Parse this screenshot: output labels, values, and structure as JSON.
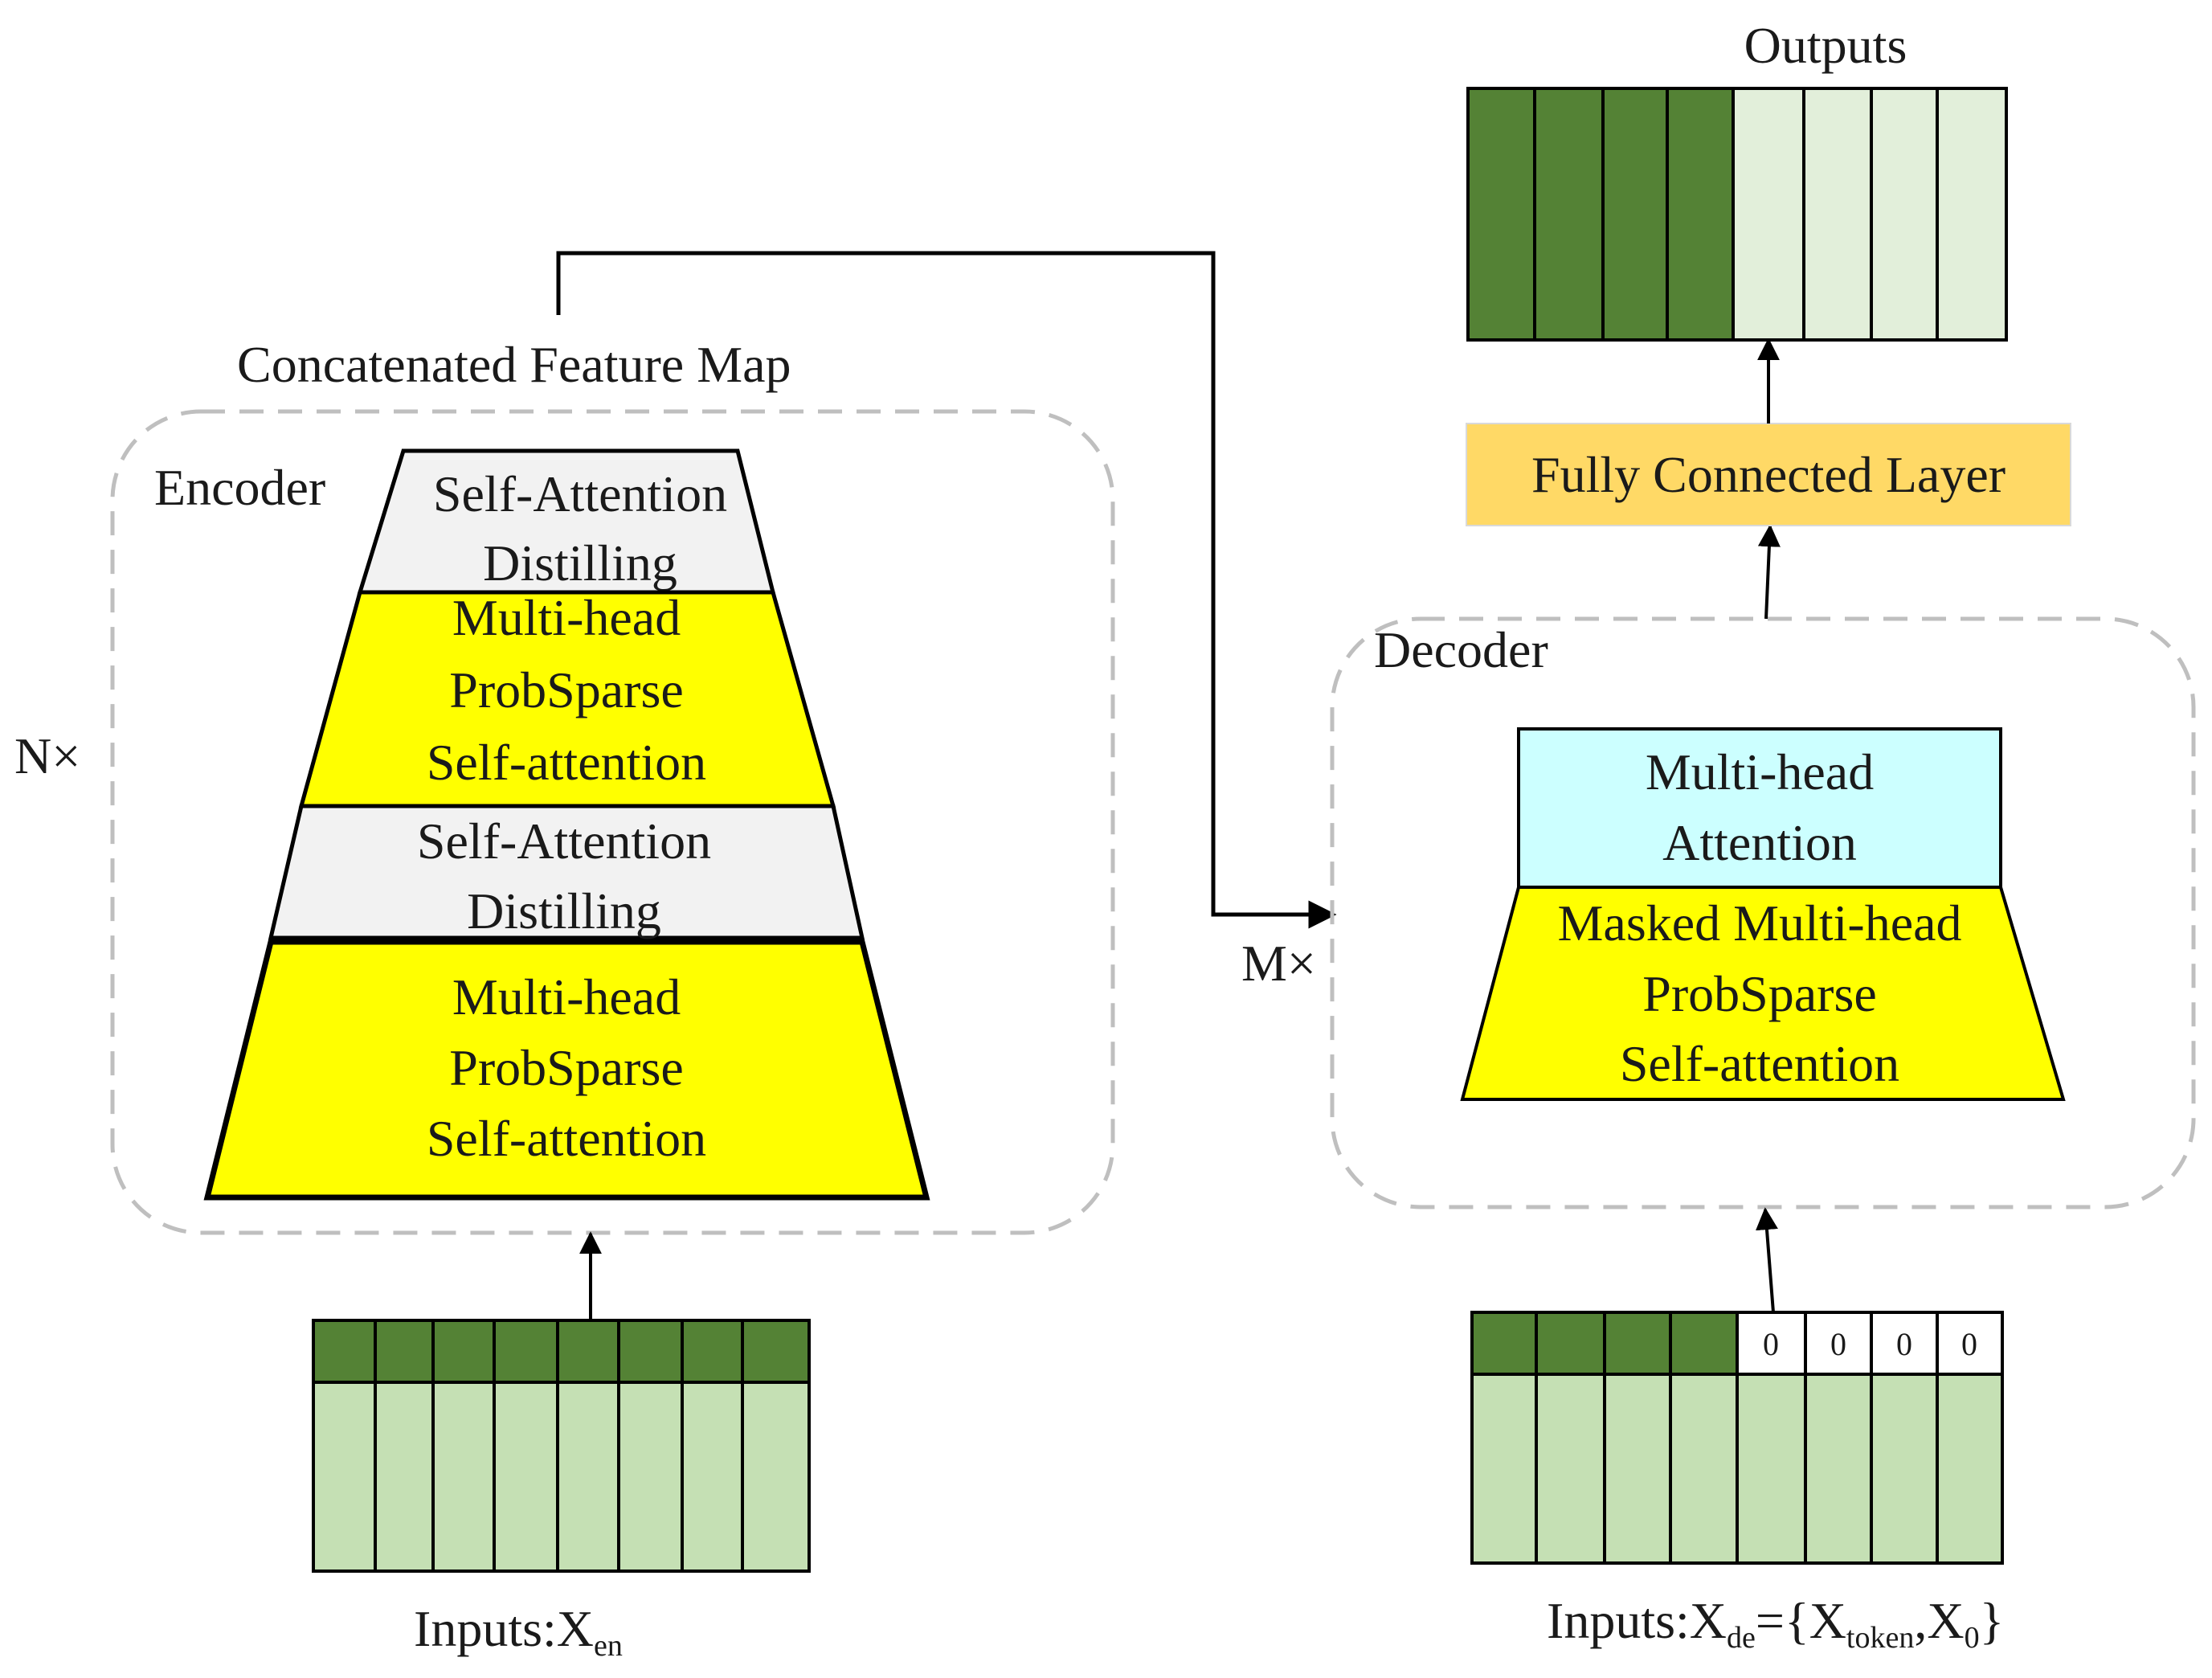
{
  "labels": {
    "concat": "Concatenated Feature Map",
    "encoder": "Encoder",
    "decoder": "Decoder",
    "outputs": "Outputs",
    "n_times": "N×",
    "m_times": "M×"
  },
  "encoder_blocks": {
    "top_distill": [
      "Self-Attention",
      "Distilling"
    ],
    "attn_1": [
      "Multi-head",
      "ProbSparse",
      "Self-attention"
    ],
    "mid_distill": [
      "Self-Attention",
      "Distilling"
    ],
    "attn_2": [
      "Multi-head",
      "ProbSparse",
      "Self-attention"
    ]
  },
  "decoder_blocks": {
    "cross_attn": [
      "Multi-head",
      "Attention"
    ],
    "masked_attn": [
      "Masked Multi-head",
      "ProbSparse",
      "Self-attention"
    ]
  },
  "fc_layer": "Fully Connected Layer",
  "encoder_input": {
    "prefix": "Inputs:X",
    "sub": "en"
  },
  "decoder_input": {
    "prefix": "Inputs:X",
    "sub1": "de",
    "mid": "={X",
    "sub2": "token",
    "mid2": ",X",
    "sub3": "0",
    "suffix": "}",
    "zeros": [
      "0",
      "0",
      "0",
      "0"
    ]
  },
  "colors": {
    "dark_green": "#548235",
    "light_green": "#c5e0b4",
    "pale_green": "#e2efda",
    "yellow": "#ffff00",
    "light_gray": "#f2f2f2",
    "cyan": "#ccffff",
    "orange": "#ffd966",
    "dashed_border": "#bfbfbf"
  }
}
